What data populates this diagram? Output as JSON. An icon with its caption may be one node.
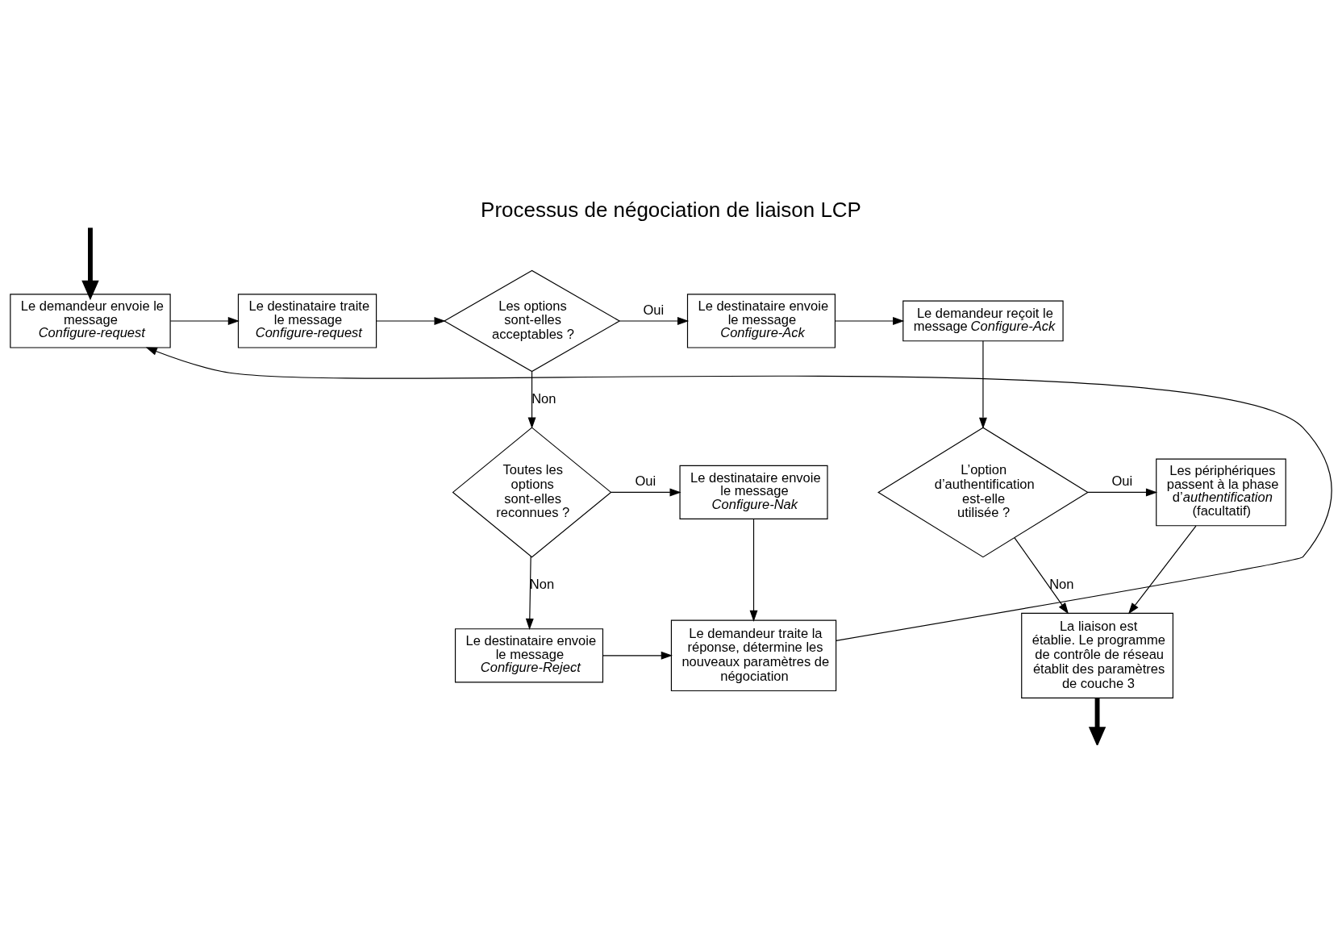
{
  "diagram": {
    "title": "Processus de négociation de liaison LCP",
    "nodes": [
      {
        "text": [
          "Le demandeur envoie le message *Configure-request*"
        ]
      },
      {
        "text": [
          "Le destinataire traite le message *Configure-request*"
        ]
      },
      {
        "text": [
          "Les options sont-elles acceptables ?"
        ]
      },
      {
        "text": [
          "Le destinataire envoie le message *Configure-Ack*"
        ]
      },
      {
        "text": [
          "Le demandeur reçoit le message *Configure-Ack*"
        ]
      },
      {
        "text": [
          "Toutes les options sont-elles reconnues ?"
        ]
      },
      {
        "text": [
          "Le destinataire envoie le message *Configure-Nak*"
        ]
      },
      {
        "text": [
          "Le demandeur traite la réponse, détermine les nouveaux paramètres de négociation"
        ]
      },
      {
        "text": [
          "Le destinataire envoie le message *Configure-Reject*"
        ]
      },
      {
        "text": [
          "L’option d’authentification est-elle utilisée ?"
        ]
      },
      {
        "text": [
          "Les périphériques passent à la phase d’*authentification* (facultatif)"
        ]
      },
      {
        "text": [
          "La liaison est établie. Le programme de contrôle de réseau établit des paramètres de couche 3"
        ]
      }
    ],
    "edges": [
      {
        "from": null,
        "to": 0,
        "arrow": "to",
        "style": "thick"
      },
      {
        "from": 0,
        "to": 1,
        "arrow": "to"
      },
      {
        "from": 1,
        "to": 2,
        "arrow": "to"
      },
      {
        "from": 2,
        "to": 3,
        "arrow": "to",
        "label": "Oui"
      },
      {
        "from": 3,
        "to": 4,
        "arrow": "to"
      },
      {
        "from": 2,
        "to": 5,
        "arrow": "to",
        "label": "Non"
      },
      {
        "from": 5,
        "to": 6,
        "arrow": "to",
        "label": "Oui"
      },
      {
        "from": 5,
        "to": 8,
        "arrow": "to",
        "label": "Non"
      },
      {
        "from": 6,
        "to": 7,
        "arrow": "to"
      },
      {
        "from": 8,
        "to": 7,
        "arrow": "to"
      },
      {
        "from": 7,
        "to": 0,
        "arrow": "to"
      },
      {
        "from": 4,
        "to": 9,
        "arrow": "to"
      },
      {
        "from": 9,
        "to": 10,
        "arrow": "to",
        "label": "Oui"
      },
      {
        "from": 9,
        "to": 11,
        "arrow": "to",
        "label": "Non"
      },
      {
        "from": 10,
        "to": 11,
        "arrow": "to"
      },
      {
        "from": 11,
        "to": null,
        "arrow": "to",
        "style": "thick"
      }
    ]
  }
}
